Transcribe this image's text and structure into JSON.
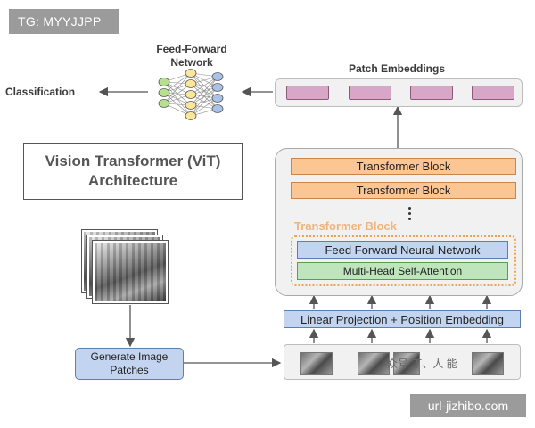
{
  "tag": "TG: MYYJJPP",
  "watermark_url": "url-jizhibo.com",
  "watermark_text": "众号 丁、人 能",
  "feed_forward_label": [
    "Feed-Forward",
    "Network"
  ],
  "classification_label": "Classification",
  "patch_embeddings_label": "Patch Embeddings",
  "title": [
    "Vision Transformer (ViT)",
    "Architecture"
  ],
  "encoder": {
    "block1": "Transformer Block",
    "block2": "Transformer Block",
    "caption": "Transformer Block",
    "ffn": "Feed Forward Neural Network",
    "mhsa": "Multi-Head Self-Attention"
  },
  "linear_projection": "Linear Projection + Position Embedding",
  "generate_patches": [
    "Generate Image",
    "Patches"
  ],
  "colors": {
    "patch_embedding": "#d8a6c6",
    "transformer_block": "#fbc692",
    "blue_box": "#c2d4f0",
    "green_box": "#bfe5bc",
    "orange_dotted": "#f0a24d",
    "nn_node_green": "#b6e08f",
    "nn_node_yellow": "#fbe79a",
    "nn_node_blue": "#a9c2ea"
  }
}
